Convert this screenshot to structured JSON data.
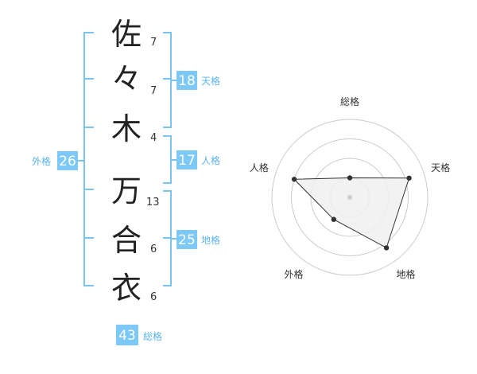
{
  "name": {
    "chars": [
      {
        "char": "佐",
        "strokes": "7"
      },
      {
        "char": "々",
        "strokes": "7"
      },
      {
        "char": "木",
        "strokes": "4"
      },
      {
        "char": "万",
        "strokes": "13"
      },
      {
        "char": "合",
        "strokes": "6"
      },
      {
        "char": "衣",
        "strokes": "6"
      }
    ]
  },
  "kaku": {
    "tenkaku": {
      "label": "天格",
      "value": "18"
    },
    "jinkaku": {
      "label": "人格",
      "value": "17"
    },
    "chikaku": {
      "label": "地格",
      "value": "25"
    },
    "gaikaku": {
      "label": "外格",
      "value": "26"
    },
    "soukaku": {
      "label": "総格",
      "value": "43"
    }
  },
  "chart_data": {
    "type": "radar",
    "axes": [
      "総格",
      "天格",
      "地格",
      "外格",
      "人格"
    ],
    "values": [
      0.25,
      0.8,
      0.8,
      0.35,
      0.75
    ],
    "range": [
      0,
      1
    ],
    "rings": 4,
    "colors": {
      "fill": "#f0f0f0",
      "line": "#333333",
      "ring": "#cccccc"
    }
  }
}
